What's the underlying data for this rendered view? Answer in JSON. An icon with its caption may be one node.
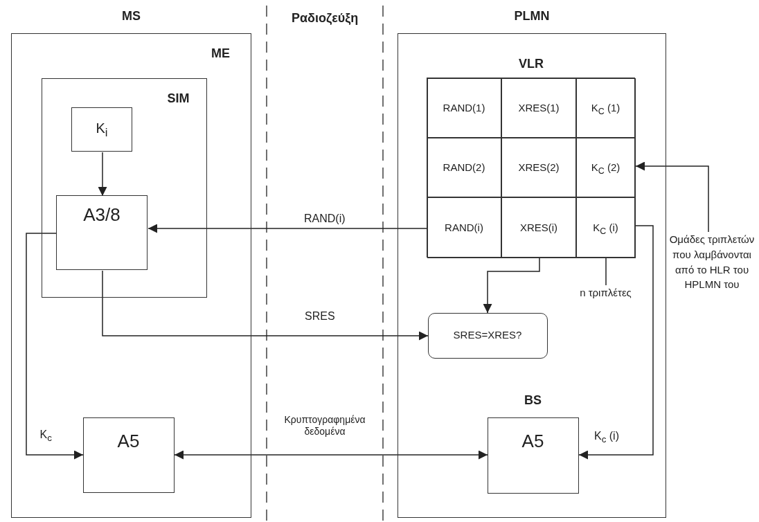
{
  "diagram": {
    "nodes": [
      {
        "text": [
          "MS",
          "ME"
        ]
      },
      {
        "text": [
          "SIM"
        ],
        "in": 0
      },
      {
        "text": [
          "K$_{i}$"
        ],
        "in": 1
      },
      {
        "text": [
          "A3/8"
        ],
        "in": 1
      },
      {
        "text": [
          "A5"
        ],
        "in": 0
      },
      {
        "text": [
          "PLMN"
        ]
      },
      {
        "text": [
          "VLR"
        ],
        "in": 5
      },
      {
        "text": [
          "RAND(1)"
        ],
        "in": 6
      },
      {
        "text": [
          "XRES(1)"
        ],
        "in": 6
      },
      {
        "text": [
          "K$_{C}$ (1)"
        ],
        "in": 6
      },
      {
        "text": [
          "RAND(2)"
        ],
        "in": 6
      },
      {
        "text": [
          "XRES(2)"
        ],
        "in": 6
      },
      {
        "text": [
          "K$_{C}$ (2)"
        ],
        "in": 6
      },
      {
        "text": [
          "RAND(i)"
        ],
        "in": 6
      },
      {
        "text": [
          "XRES(i)"
        ],
        "in": 6
      },
      {
        "text": [
          "K$_{C}$ (i)"
        ],
        "in": 6
      },
      {
        "text": [
          "SRES=XRES?"
        ],
        "in": 5
      },
      {
        "text": [
          "n τριπλέτες"
        ],
        "in": 5
      },
      {
        "text": [
          "BS",
          "A5"
        ],
        "in": 5
      },
      {
        "text": [
          "Ομάδες τριπλετών που λαμβάνονται από το HLR του HPLMN του"
        ]
      }
    ],
    "edges": [
      {
        "from": 2,
        "to": 3,
        "arrow": "to"
      },
      {
        "from": 13,
        "to": 3,
        "arrow": "to",
        "label": "RAND(i)"
      },
      {
        "from": 3,
        "to": 16,
        "arrow": "to",
        "label": "SRES"
      },
      {
        "from": 14,
        "to": 16,
        "arrow": "to"
      },
      {
        "from": 3,
        "to": 4,
        "arrow": "to",
        "label": "K$_{c}$"
      },
      {
        "from": 4,
        "to": 18,
        "arrow": "both",
        "label": "Κρυπτογραφημένα δεδομένα"
      },
      {
        "from": 15,
        "to": 18,
        "arrow": "to",
        "label": "K$_{c}$ (i)"
      },
      {
        "from": 19,
        "to": 6,
        "arrow": "to"
      },
      {
        "from": 17,
        "to": 15,
        "arrow": "none"
      }
    ],
    "labels": [
      "Ραδιοζεύξη"
    ]
  }
}
